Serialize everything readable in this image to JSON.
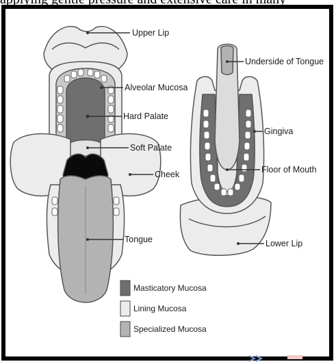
{
  "cropped_header_text": "applying gentle pressure and extensive care in many",
  "labels": {
    "upper_lip": "Upper Lip",
    "alveolar_mucosa": "Alveolar Mucosa",
    "hard_palate": "Hard Palate",
    "soft_palate": "Soft Palate",
    "cheek": "Cheek",
    "tongue": "Tongue",
    "underside_of_tongue": "Underside of Tongue",
    "gingiva": "Gingiva",
    "floor_of_mouth": "Floor of Mouth",
    "lower_lip": "Lower Lip"
  },
  "legend": [
    {
      "label": "Masticatory Mucosa",
      "color": "#6f6f6f"
    },
    {
      "label": "Lining Mucosa",
      "color": "#ececec"
    },
    {
      "label": "Specialized Mucosa",
      "color": "#b3b3b3"
    }
  ],
  "colors": {
    "border": "#000000",
    "outline": "#555555",
    "masticatory": "#6f6f6f",
    "lining": "#ececec",
    "specialized": "#b3b3b3",
    "black_region": "#0a0a0a"
  }
}
